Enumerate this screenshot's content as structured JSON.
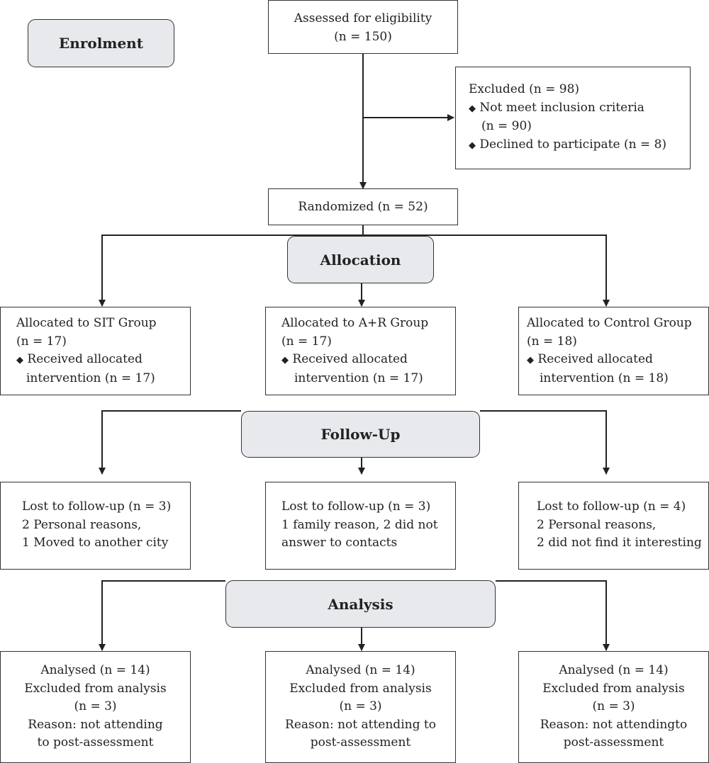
{
  "stages": {
    "enrolment": "Enrolment",
    "allocation": "Allocation",
    "follow_up": "Follow-Up",
    "analysis": "Analysis"
  },
  "assessed": {
    "line1": "Assessed for eligibility",
    "line2": "(n = 150)"
  },
  "excluded": {
    "title": "Excluded (n = 98)",
    "item1_line1": "Not meet inclusion criteria",
    "item1_line2": "(n = 90)",
    "item2": "Declined to participate (n = 8)"
  },
  "randomized": "Randomized (n = 52)",
  "bullet": "◆",
  "allocation_boxes": [
    {
      "title": "Allocated to SIT Group",
      "n": "(n = 17)",
      "item_line1": "Received allocated",
      "item_line2": "intervention (n = 17)"
    },
    {
      "title": "Allocated to A+R Group",
      "n": "(n = 17)",
      "item_line1": "Received allocated",
      "item_line2": "intervention (n = 17)"
    },
    {
      "title": "Allocated to Control Group",
      "n": "(n = 18)",
      "item_line1": "Received allocated",
      "item_line2": "intervention (n = 18)"
    }
  ],
  "followup_boxes": [
    {
      "line1": "Lost to follow-up (n = 3)",
      "line2": "2 Personal reasons,",
      "line3": "1 Moved to another city"
    },
    {
      "line1": "Lost to follow-up (n = 3)",
      "line2": "1 family reason, 2 did not",
      "line3": "answer to contacts"
    },
    {
      "line1": "Lost to follow-up (n = 4)",
      "line2": "2 Personal reasons,",
      "line3": "2 did not find it interesting"
    }
  ],
  "analysis_boxes": [
    {
      "line1": "Analysed (n = 14)",
      "line2": "Excluded from analysis",
      "line3": "(n = 3)",
      "line4": "Reason: not attending",
      "line5": "to post-assessment"
    },
    {
      "line1": "Analysed (n = 14)",
      "line2": "Excluded from analysis",
      "line3": "(n = 3)",
      "line4": "Reason: not attending to",
      "line5": "post-assessment"
    },
    {
      "line1": "Analysed (n = 14)",
      "line2": "Excluded from analysis",
      "line3": "(n = 3)",
      "line4": "Reason: not attendingto",
      "line5": "post-assessment"
    }
  ]
}
